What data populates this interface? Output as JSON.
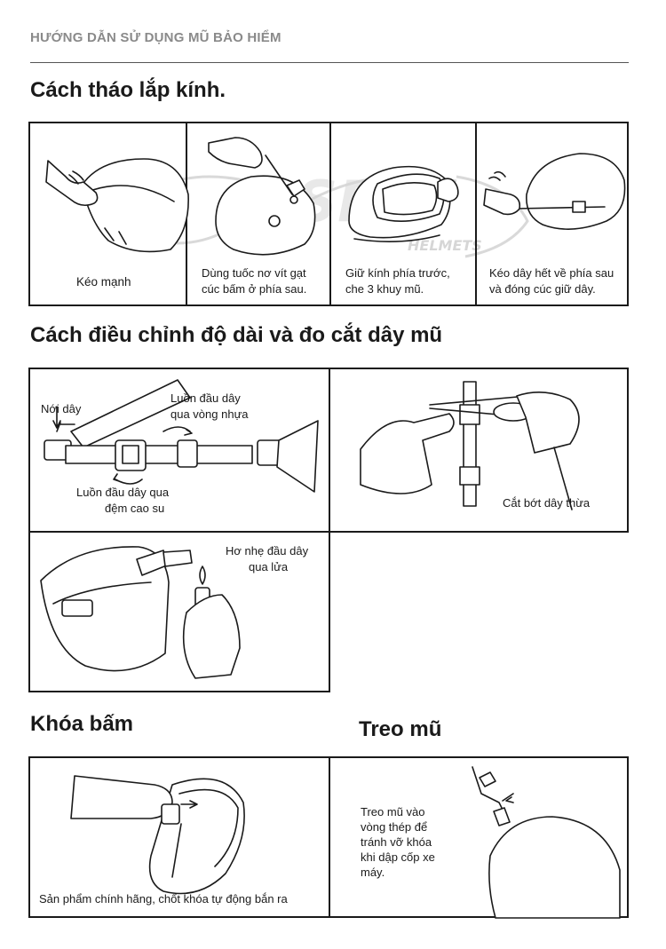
{
  "header": {
    "title": "HƯỚNG DẪN SỬ DỤNG MŨ BẢO HIỂM"
  },
  "section_visor": {
    "title": "Cách tháo lắp kính.",
    "steps": [
      {
        "caption": "Kéo mạnh"
      },
      {
        "caption_line1": "Dùng tuốc nơ vít gạt",
        "caption_line2": "cúc bấm ở phía sau."
      },
      {
        "caption_line1": "Giữ kính phía trước,",
        "caption_line2": "che 3 khuy mũ."
      },
      {
        "caption_line1": "Kéo dây hết về phía sau",
        "caption_line2": "và đóng cúc giữ dây."
      }
    ],
    "watermark": {
      "logo": "SRT",
      "brand": "HELMETS"
    }
  },
  "section_strap": {
    "title": "Cách điều chỉnh độ dài và đo cắt dây mũ",
    "panel_adjust": {
      "loosen_label": "Nới dây",
      "thread_plastic_line1": "Luồn đầu dây",
      "thread_plastic_line2": "qua vòng nhựa",
      "thread_rubber_line1": "Luồn đầu dây qua",
      "thread_rubber_line2": "đệm cao su"
    },
    "panel_cut": {
      "caption": "Cắt bớt dây thừa"
    },
    "panel_burn": {
      "caption_line1": "Hơ nhẹ đầu dây",
      "caption_line2": "qua lửa"
    }
  },
  "section_buckle": {
    "title": "Khóa bấm",
    "caption": "Sản phẩm chính hãng, chốt khóa tự động bắn ra"
  },
  "section_hang": {
    "title": "Treo mũ",
    "caption_lines": [
      "Treo mũ vào",
      "vòng thép để",
      "tránh vỡ khóa",
      "khi dập cốp xe",
      "máy."
    ]
  },
  "colors": {
    "text": "#1a1a1a",
    "header_grey": "#8a8a8a",
    "watermark_grey": "#d6d6d6"
  }
}
